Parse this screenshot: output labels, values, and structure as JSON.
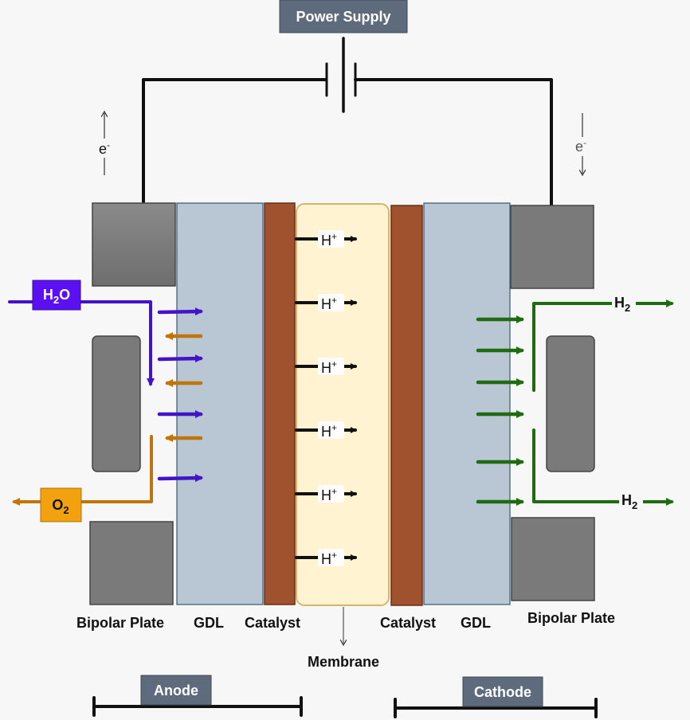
{
  "power_supply": {
    "label": "Power Supply"
  },
  "electrons": {
    "left": {
      "base": "e",
      "sup": "-"
    },
    "right": {
      "base": "e",
      "sup": "-"
    }
  },
  "inputs": {
    "water": {
      "base": "H",
      "sub": "2",
      "tail": "O"
    },
    "oxygen": {
      "base": "O",
      "sub": "2"
    },
    "hydrogen_top": {
      "base": "H",
      "sub": "2"
    },
    "hydrogen_bottom": {
      "base": "H",
      "sub": "2"
    }
  },
  "protons": {
    "items": [
      {
        "base": "H",
        "sup": "+"
      },
      {
        "base": "H",
        "sup": "+"
      },
      {
        "base": "H",
        "sup": "+"
      },
      {
        "base": "H",
        "sup": "+"
      },
      {
        "base": "H",
        "sup": "+"
      },
      {
        "base": "H",
        "sup": "+"
      }
    ]
  },
  "layers": {
    "left_bipolar": "Bipolar Plate",
    "left_gdl": "GDL",
    "left_catalyst": "Catalyst",
    "membrane": "Membrane",
    "right_catalyst": "Catalyst",
    "right_gdl": "GDL",
    "right_bipolar": "Bipolar Plate"
  },
  "sections": {
    "anode": "Anode",
    "cathode": "Cathode"
  },
  "colors": {
    "water": "#5a10f0",
    "water_arrow": "#4412c8",
    "oxygen": "#f2a20f",
    "oxygen_arrow": "#c0740a",
    "hydrogen": "#1f6b12",
    "gdl": "#b8c7d3",
    "catalyst": "#a0512d",
    "membrane": "#fff3d1",
    "membrane_border": "#d4b86a",
    "plate": "#7a7a7a",
    "label_box": "#5d6b7c"
  }
}
